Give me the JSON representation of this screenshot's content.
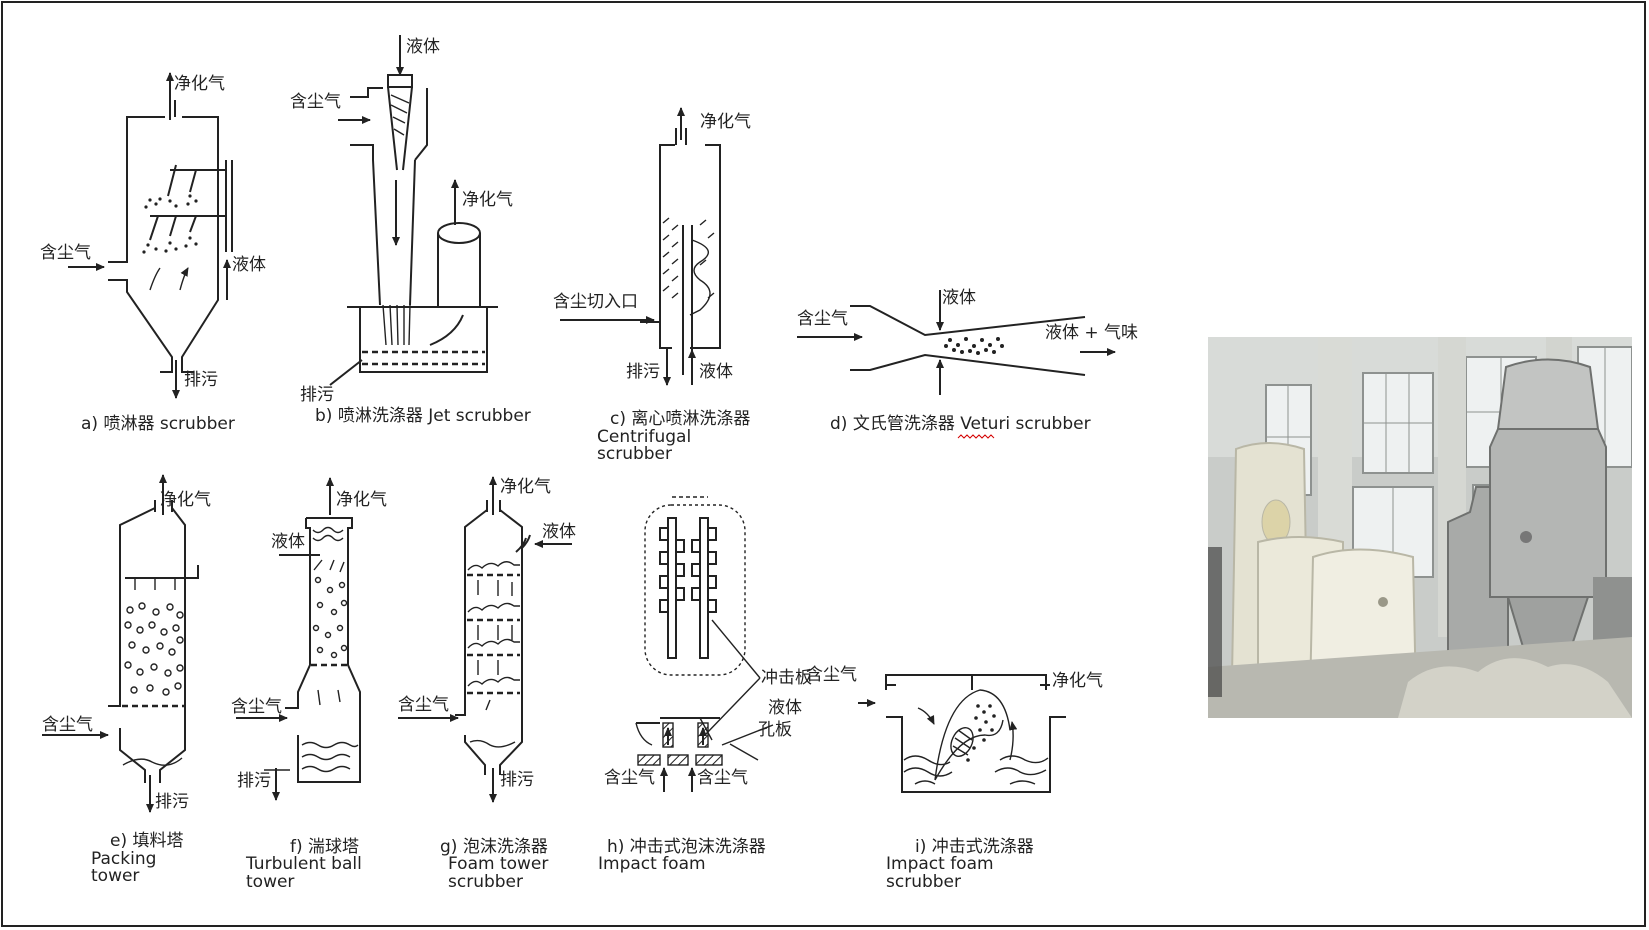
{
  "labels": {
    "clean_gas": "净化气",
    "dusty_gas": "含尘气",
    "liquid": "液体",
    "sewage": "排污",
    "tangential_inlet": "含尘切入口",
    "liquid_plus_odor": "液体 + 气味",
    "impact_plate": "冲击板",
    "orifice_plate": "孔板"
  },
  "captions": {
    "a": "a) 喷淋器 scrubber",
    "b": "b) 喷淋洗涤器 Jet scrubber",
    "c_line1": "c) 离心喷淋洗涤器",
    "c_line2": "Centrifugal",
    "c_line3": "scrubber",
    "d": "d) 文氏管洗涤器 Veturi scrubber",
    "e_line1": "e) 填料塔",
    "e_line2": "Packing",
    "e_line3": "tower",
    "f_line1": "f) 湍球塔",
    "f_line2": "Turbulent ball",
    "f_line3": "tower",
    "g_line1": "g) 泡沫洗涤器",
    "g_line2": "Foam tower",
    "g_line3": "scrubber",
    "h_line1": "h) 冲击式泡沫洗涤器",
    "h_line2": "Impact foam",
    "i_line1": "i) 冲击式洗涤器",
    "i_line2": "Impact foam",
    "i_line3": "scrubber"
  },
  "colors": {
    "ink": "#222222",
    "photo_wall": "#c9ccc9",
    "photo_tank": "#e4e2d2",
    "spellcheck": "#d40000"
  }
}
